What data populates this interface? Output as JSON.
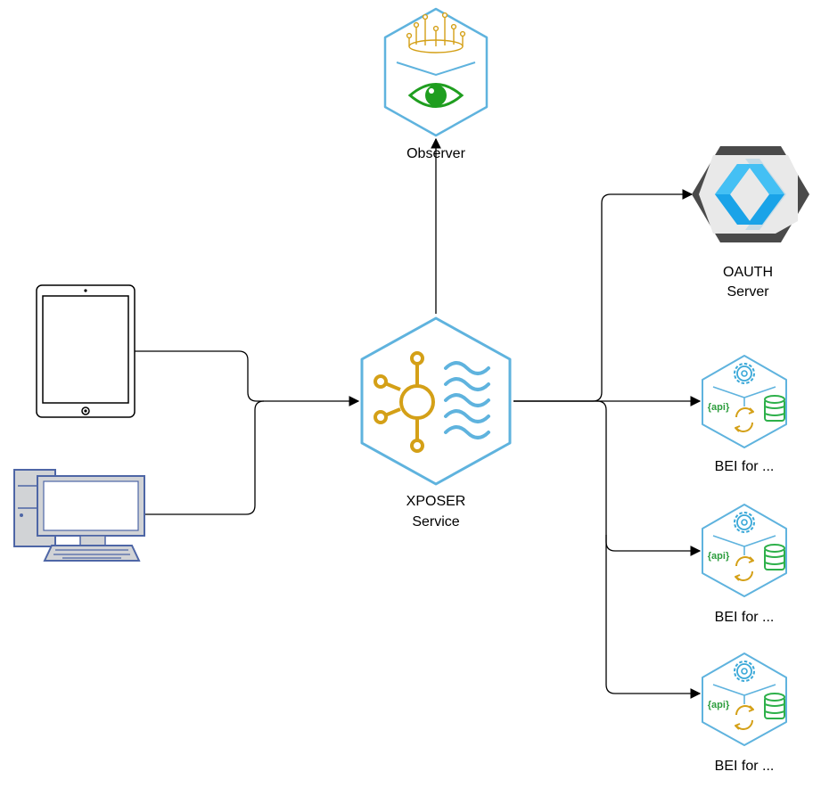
{
  "nodes": {
    "observer": {
      "label": "Observer"
    },
    "xposer": {
      "label_line1": "XPOSER",
      "label_line2": "Service"
    },
    "oauth": {
      "label_line1": "OAUTH",
      "label_line2": "Server"
    },
    "bei_1": {
      "label": "BEI for ..."
    },
    "bei_2": {
      "label": "BEI for ..."
    },
    "bei_3": {
      "label": "BEI for ..."
    }
  },
  "api_badge": "{api}",
  "colors": {
    "hex_border": "#5fb3de",
    "xposer_gold": "#d4a017",
    "eye_green": "#1f9e1f",
    "keycloak_dark": "#4a4a4a",
    "keycloak_blue": "#1aa3e8",
    "api_green": "#2e9e3e",
    "db_green": "#2db04a",
    "gear_blue": "#3aa8d8",
    "device_border": "#4e66a6",
    "device_fill": "#d1d3d6",
    "connector": "#000000"
  }
}
